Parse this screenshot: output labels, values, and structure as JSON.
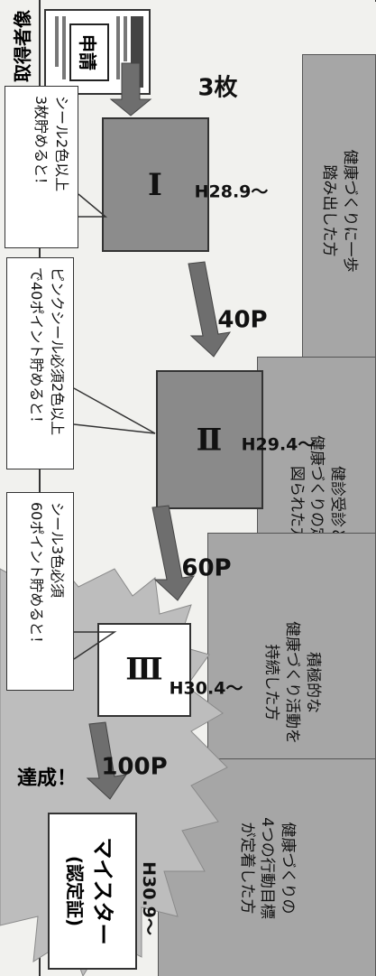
{
  "levels": [
    {
      "roman": "Ⅰ",
      "date": "H28.9〜",
      "cost": "3枚",
      "description_lines": [
        "健康づくりに一歩",
        "踏み出した方"
      ]
    },
    {
      "roman": "Ⅱ",
      "date": "H29.4〜",
      "cost": "40P",
      "description_lines": [
        "健診受診と",
        "健康づくりの定着が",
        "図られた方"
      ]
    },
    {
      "roman": "Ⅲ",
      "date": "H30.4〜",
      "cost": "60P",
      "description_lines": [
        "積極的な",
        "健康づくり活動を",
        "持続した方"
      ]
    },
    {
      "title_lines": [
        "マイスター",
        "(認定証)"
      ],
      "date": "H30.9〜",
      "cost": "100P",
      "description_lines": [
        "健康づくりの",
        "4つの行動目標",
        "が定着した方"
      ]
    }
  ],
  "achieved_label": "達成！",
  "callouts": [
    {
      "lines": [
        "シール2色以上",
        "3枚貯めると！"
      ]
    },
    {
      "lines": [
        "ピンクシール必須2色以上",
        "で40ポイント貯めると！"
      ]
    },
    {
      "lines": [
        "シール3色必須",
        "60ポイント貯めると！"
      ]
    }
  ],
  "acquired_image_label": "取得者像",
  "application_form_label": "申請",
  "colors": {
    "description_bg": "#a6a6a6",
    "arrow": "#6e6e6e",
    "burst": "#bdbdbd",
    "card_texture": "#8c8c8c"
  }
}
